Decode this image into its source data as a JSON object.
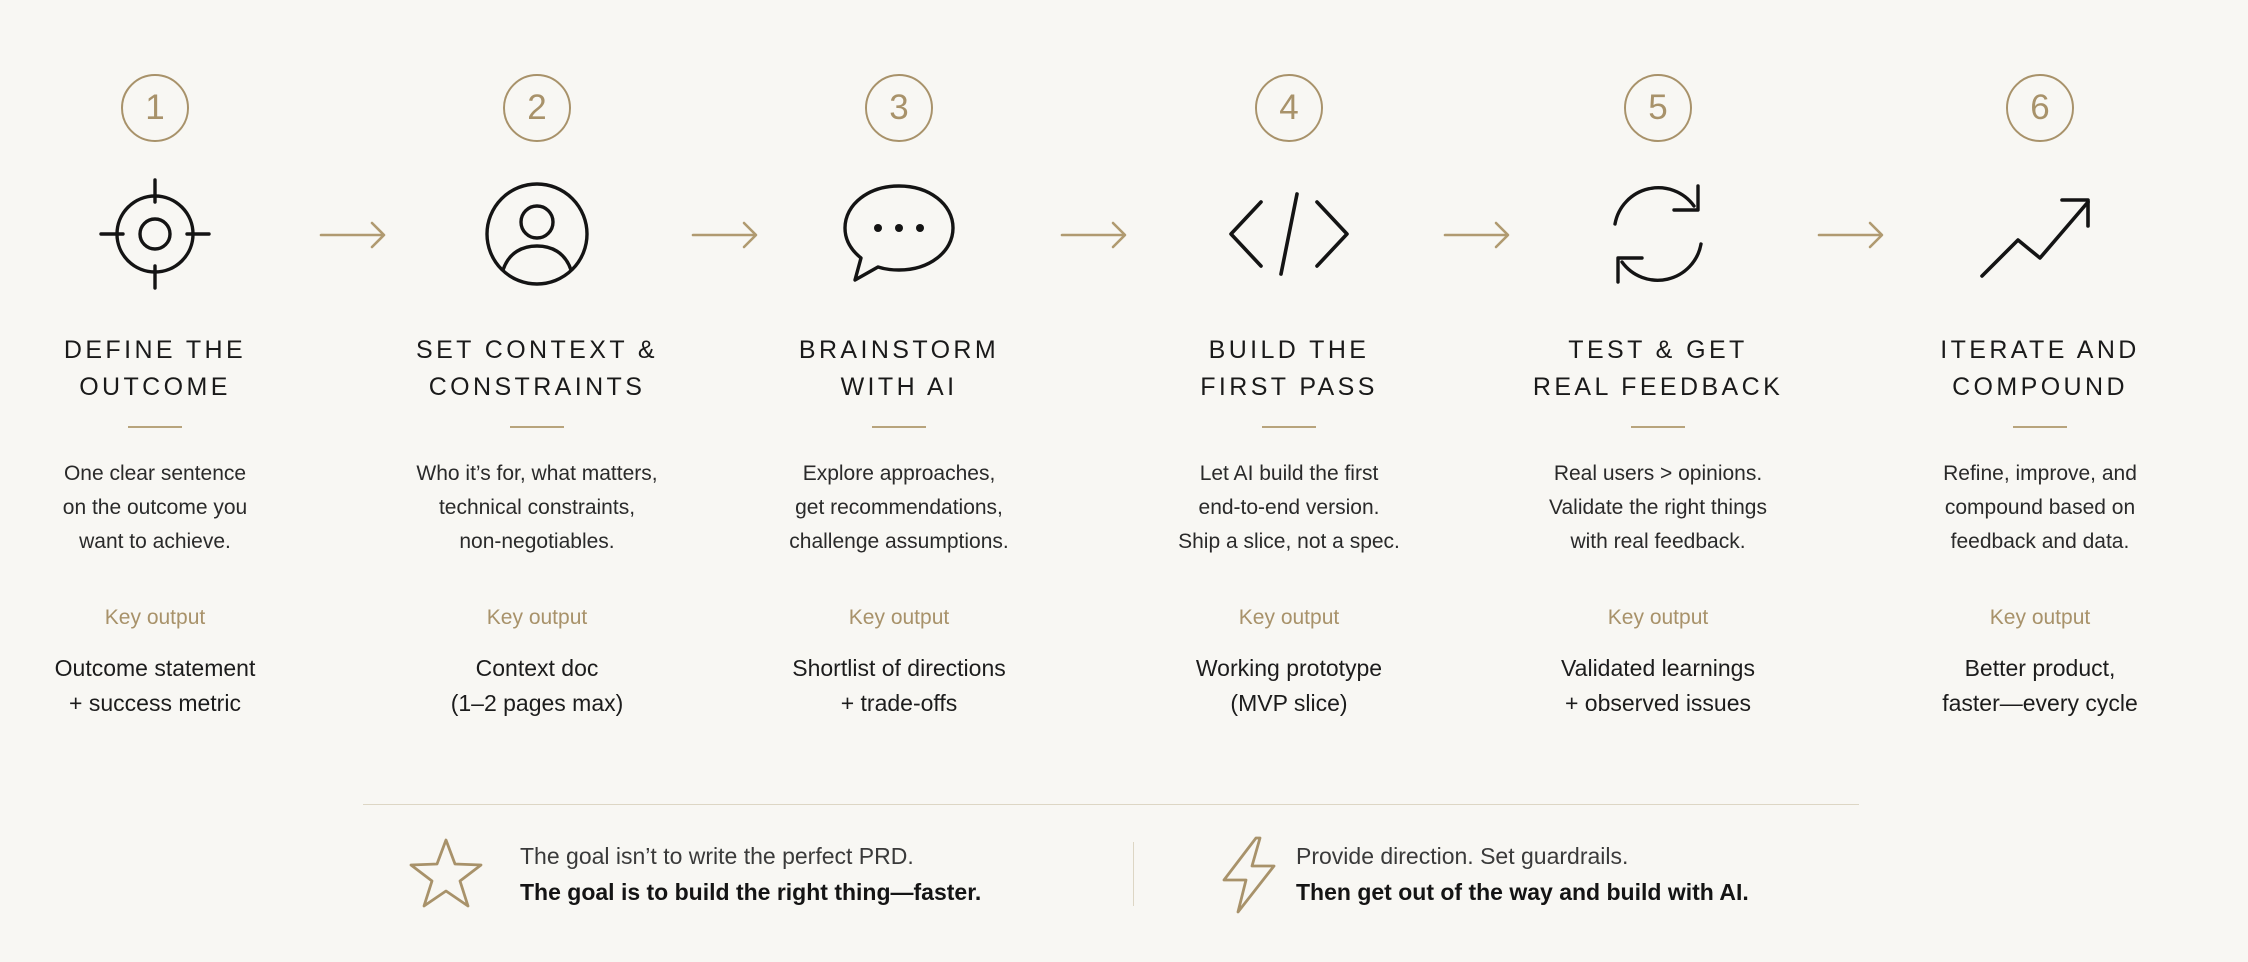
{
  "colors": {
    "accent": "#a8926a",
    "text": "#1c1c1c",
    "background": "#f8f7f3",
    "divider": "#ddd6c4"
  },
  "steps": [
    {
      "number": "1",
      "icon": "target-icon",
      "title": [
        "DEFINE THE",
        "OUTCOME"
      ],
      "description": [
        "One clear sentence",
        "on the outcome you",
        "want to achieve."
      ],
      "key_label": "Key output",
      "key_value": [
        "Outcome statement",
        "+ success metric"
      ]
    },
    {
      "number": "2",
      "icon": "user-icon",
      "title": [
        "SET CONTEXT &",
        "CONSTRAINTS"
      ],
      "description": [
        "Who it’s for, what matters,",
        "technical constraints,",
        "non-negotiables."
      ],
      "key_label": "Key output",
      "key_value": [
        "Context doc",
        "(1–2 pages max)"
      ]
    },
    {
      "number": "3",
      "icon": "chat-bubble-icon",
      "title": [
        "BRAINSTORM",
        "WITH AI"
      ],
      "description": [
        "Explore approaches,",
        "get recommendations,",
        "challenge assumptions."
      ],
      "key_label": "Key output",
      "key_value": [
        "Shortlist of directions",
        "+ trade-offs"
      ]
    },
    {
      "number": "4",
      "icon": "code-icon",
      "title": [
        "BUILD THE",
        "FIRST PASS"
      ],
      "description": [
        "Let AI build the first",
        "end-to-end version.",
        "Ship a slice, not a spec."
      ],
      "key_label": "Key output",
      "key_value": [
        "Working prototype",
        "(MVP slice)"
      ]
    },
    {
      "number": "5",
      "icon": "refresh-icon",
      "title": [
        "TEST & GET",
        "REAL FEEDBACK"
      ],
      "description": [
        "Real users > opinions.",
        "Validate the right things",
        "with real feedback."
      ],
      "key_label": "Key output",
      "key_value": [
        "Validated learnings",
        "+ observed issues"
      ]
    },
    {
      "number": "6",
      "icon": "trending-up-icon",
      "title": [
        "ITERATE AND",
        "COMPOUND"
      ],
      "description": [
        "Refine, improve, and",
        "compound based on",
        "feedback and data."
      ],
      "key_label": "Key output",
      "key_value": [
        "Better product,",
        "faster—every cycle"
      ]
    }
  ],
  "footer": {
    "left": {
      "icon": "star-icon",
      "line1": "The goal isn’t to write the perfect PRD.",
      "line2": "The goal is to build the right thing—faster."
    },
    "right": {
      "icon": "lightning-icon",
      "line1": "Provide direction. Set guardrails.",
      "line2": "Then get out of the way and build with AI."
    }
  }
}
